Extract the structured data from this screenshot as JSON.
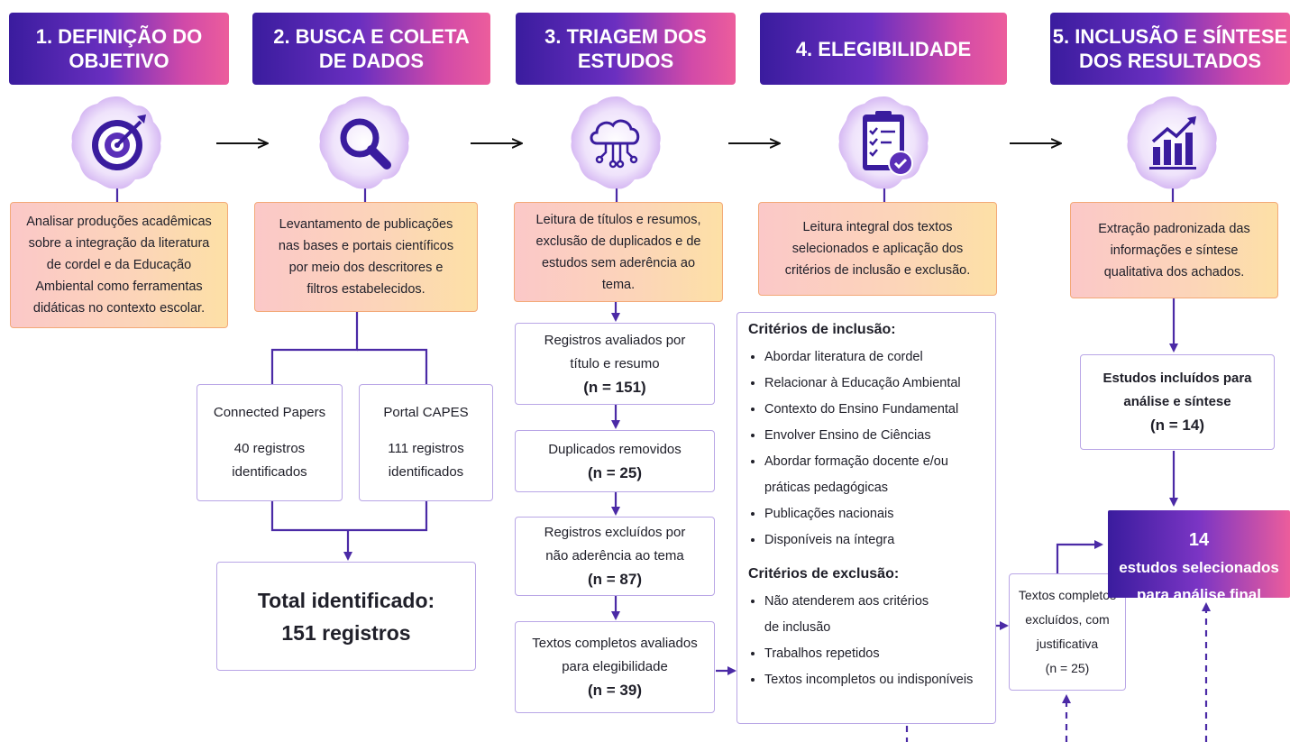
{
  "steps": [
    {
      "title": "1. DEFINIÇÃO DO\nOBJETIVO",
      "text": "Analisar produções acadêmicas\nsobre a integração da literatura\nde cordel e da Educação\nAmbiental como ferramentas\ndidáticas no contexto escolar.",
      "icon": "target-icon"
    },
    {
      "title": "2. BUSCA E COLETA\nDE DADOS",
      "text": "Levantamento de publicações\nnas bases e portais científicos\npor meio dos descritores e\nfiltros estabelecidos.",
      "icon": "magnifier-icon"
    },
    {
      "title": "3. TRIAGEM DOS\nESTUDOS",
      "text": "Leitura de títulos e resumos,\nexclusão de duplicados e de\nestudos sem aderência ao\ntema.",
      "icon": "cloud-network-icon"
    },
    {
      "title": "4. ELEGIBILIDADE",
      "text": "Leitura integral dos textos\nselecionados e aplicação dos\ncritérios de inclusão e exclusão.",
      "icon": "clipboard-check-icon"
    },
    {
      "title": "5. INCLUSÃO E SÍNTESE\nDOS RESULTADOS",
      "text": "Extração padronizada das\ninformações e síntese\nqualitativa dos achados.",
      "icon": "growth-chart-icon"
    }
  ],
  "sources": [
    {
      "name": "Connected Papers",
      "count": "40 registros\nidentificados"
    },
    {
      "name": "Portal CAPES",
      "count": "111 registros\nidentificados"
    }
  ],
  "total": {
    "label": "Total identificado:",
    "value": "151 registros"
  },
  "screening": [
    {
      "label": "Registros avaliados por\ntítulo e resumo",
      "n": "(n = 151)"
    },
    {
      "label": "Duplicados removidos",
      "n": "(n = 25)"
    },
    {
      "label": "Registros excluídos por\nnão aderência ao tema",
      "n": "(n = 87)"
    },
    {
      "label": "Textos completos avaliados\npara elegibilidade",
      "n": "(n = 39)"
    }
  ],
  "criteria": {
    "inclusion_title": "Critérios de inclusão:",
    "inclusion": [
      "Abordar literatura de cordel",
      "Relacionar à Educação Ambiental",
      "Contexto do Ensino Fundamental",
      "Envolver Ensino de Ciências",
      "Abordar formação docente e/ou\npráticas pedagógicas",
      "Publicações nacionais",
      "Disponíveis na íntegra"
    ],
    "exclusion_title": "Critérios de exclusão:",
    "exclusion": [
      "Não atenderem aos critérios\nde inclusão",
      "Trabalhos repetidos",
      "Textos incompletos ou indisponíveis"
    ]
  },
  "excluded": {
    "label": "Textos completos\nexcluídos, com\njustificativa",
    "n": "(n = 25)"
  },
  "included": {
    "label": "Estudos incluídos para\nanálise e síntese",
    "n": "(n = 14)"
  },
  "final": {
    "number": "14",
    "label": "estudos selecionados\npara análise final"
  },
  "colors": {
    "purple": "#3a1c9e",
    "pink": "#ec5d9c",
    "line": "#4b2aa6"
  }
}
